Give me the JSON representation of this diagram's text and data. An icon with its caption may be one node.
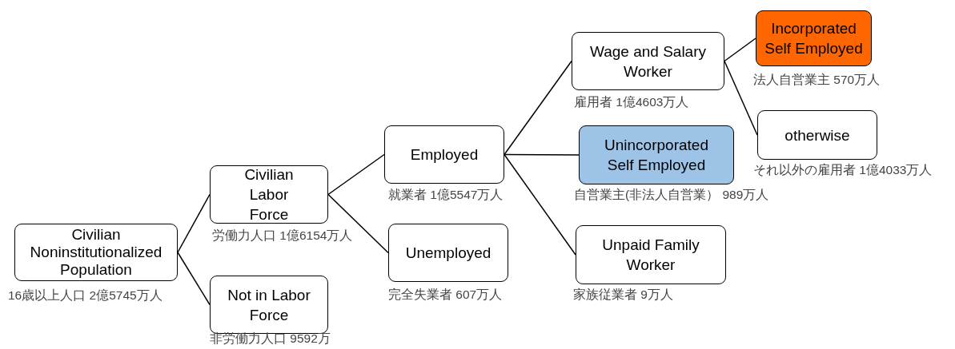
{
  "diagram": {
    "nodes": [
      {
        "text": [
          "Civilian Noninstitutionalized Population"
        ],
        "beside": [
          "16歳以上人口 2億5745万人"
        ]
      },
      {
        "text": [
          "Civilian Labor Force"
        ],
        "beside": [
          "労働力人口 1億6154万人"
        ]
      },
      {
        "text": [
          "Not in Labor Force"
        ],
        "beside": [
          "非労働力人口 9592万"
        ]
      },
      {
        "text": [
          "Employed"
        ],
        "beside": [
          "就業者 1億5547万人"
        ]
      },
      {
        "text": [
          "Unemployed"
        ],
        "beside": [
          "完全失業者 607万人"
        ]
      },
      {
        "text": [
          "Wage and Salary Worker"
        ],
        "beside": [
          "雇用者 1億4603万人"
        ]
      },
      {
        "text": [
          "Unincorporated Self Employed"
        ],
        "beside": [
          "自営業主(非法人自営業） 989万人"
        ]
      },
      {
        "text": [
          "Unpaid Family Worker"
        ],
        "beside": [
          "家族従業者 9万人"
        ]
      },
      {
        "text": [
          "Incorporated Self Employed"
        ],
        "beside": [
          "法人自営業主 570万人"
        ]
      },
      {
        "text": [
          "otherwise"
        ],
        "beside": [
          "それ以外の雇用者 1億4033万人"
        ]
      }
    ],
    "edges": [
      {
        "from": 0,
        "to": 1,
        "arrow": "none"
      },
      {
        "from": 0,
        "to": 2,
        "arrow": "none"
      },
      {
        "from": 1,
        "to": 3,
        "arrow": "none"
      },
      {
        "from": 1,
        "to": 4,
        "arrow": "none"
      },
      {
        "from": 3,
        "to": 5,
        "arrow": "none"
      },
      {
        "from": 3,
        "to": 6,
        "arrow": "none"
      },
      {
        "from": 3,
        "to": 7,
        "arrow": "none"
      },
      {
        "from": 5,
        "to": 8,
        "arrow": "none"
      },
      {
        "from": 5,
        "to": 9,
        "arrow": "none"
      }
    ]
  }
}
